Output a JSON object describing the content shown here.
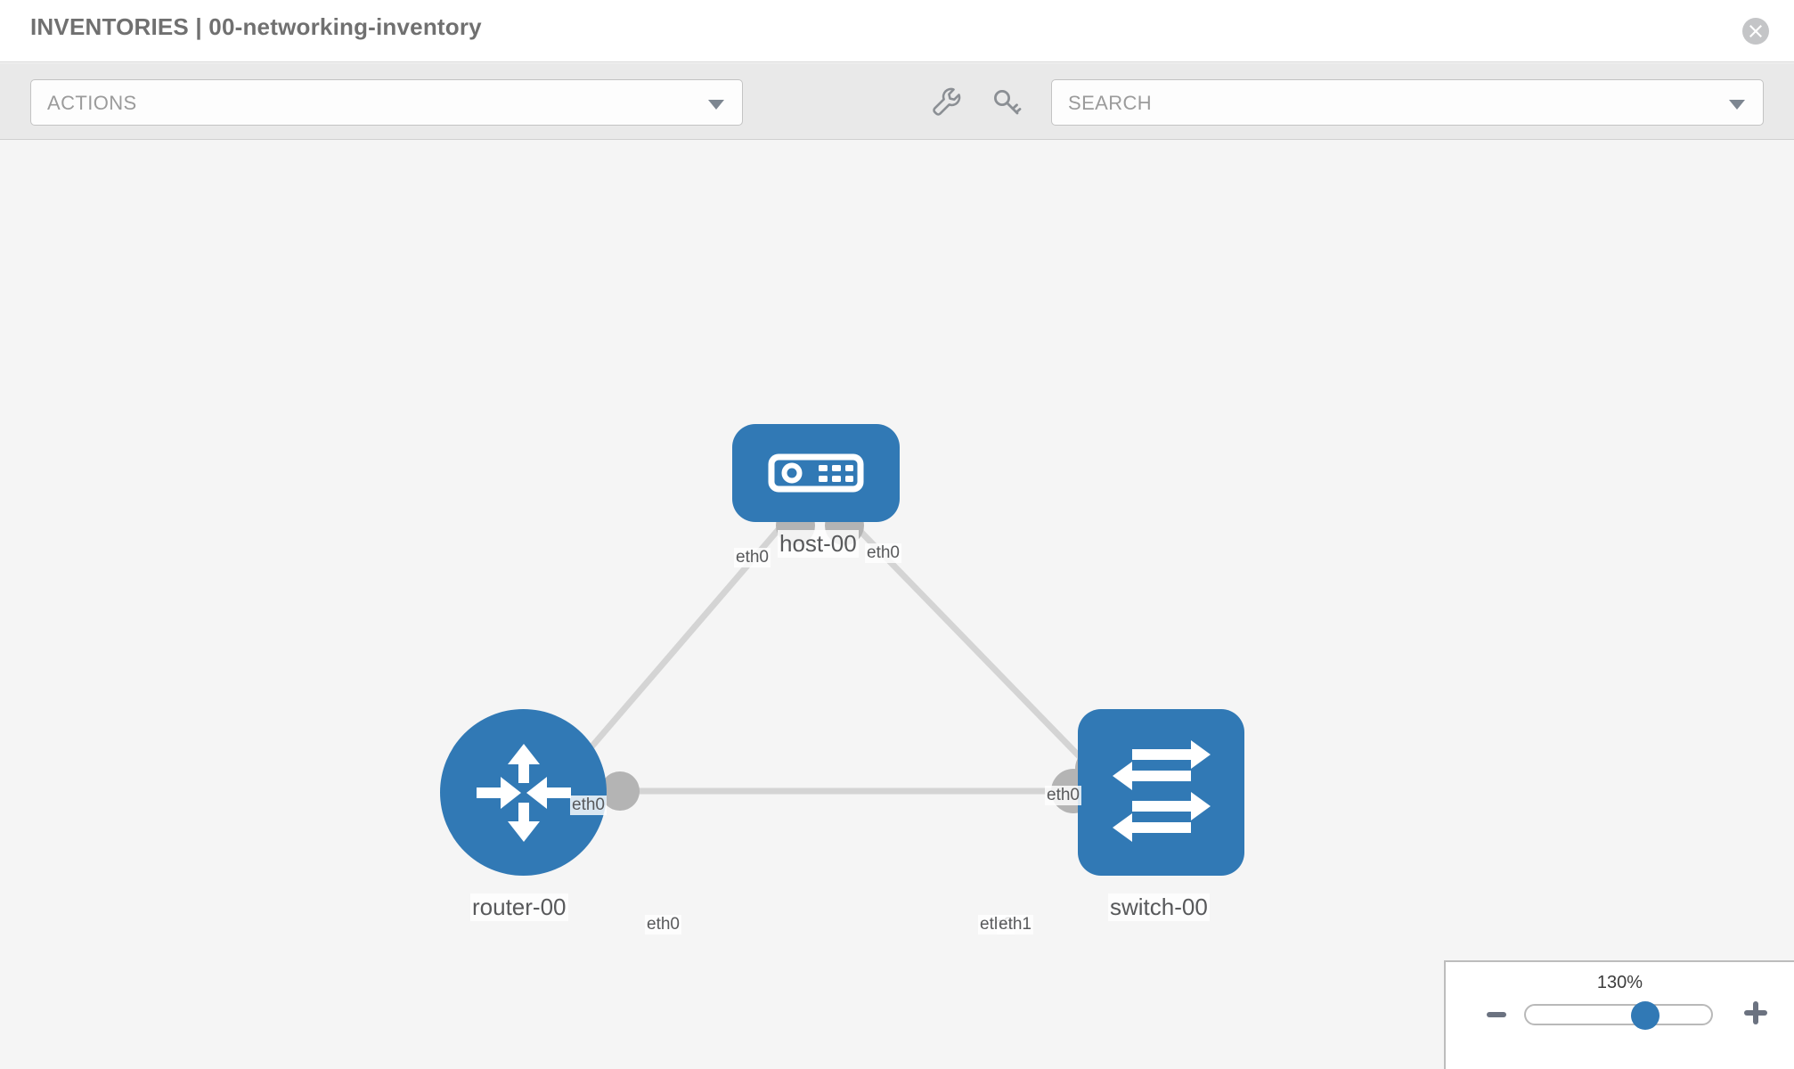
{
  "header": {
    "title": "INVENTORIES | 00-networking-inventory",
    "close_icon": "close-circle-icon"
  },
  "toolbar": {
    "actions_label": "ACTIONS",
    "actions_caret": "chevron-down-icon",
    "wrench_icon": "wrench-icon",
    "key_icon": "key-icon",
    "search_placeholder": "SEARCH",
    "search_caret": "chevron-down-icon"
  },
  "topology": {
    "accent_color": "#3179b5",
    "link_color": "#d4d4d4",
    "connector_color": "#b4b4b4",
    "nodes": [
      {
        "id": "host-00",
        "label": "host-00",
        "icon": "server-icon",
        "shape": "rounded"
      },
      {
        "id": "router-00",
        "label": "router-00",
        "icon": "router-arrows-icon",
        "shape": "circle"
      },
      {
        "id": "switch-00",
        "label": "switch-00",
        "icon": "switch-arrows-icon",
        "shape": "rounded"
      }
    ],
    "interfaces": [
      {
        "id": "host-left",
        "label": "eth0"
      },
      {
        "id": "host-right",
        "label": "eth0"
      },
      {
        "id": "router-up",
        "label": "eth0"
      },
      {
        "id": "switch-up",
        "label": "eth0"
      },
      {
        "id": "router-right",
        "label": "eth0"
      },
      {
        "id": "switch-left-a",
        "label": "eth0"
      },
      {
        "id": "switch-left-b",
        "label": "eth1"
      }
    ]
  },
  "zoom": {
    "value_label": "130%",
    "minus_label": "−",
    "plus_label": "+"
  }
}
